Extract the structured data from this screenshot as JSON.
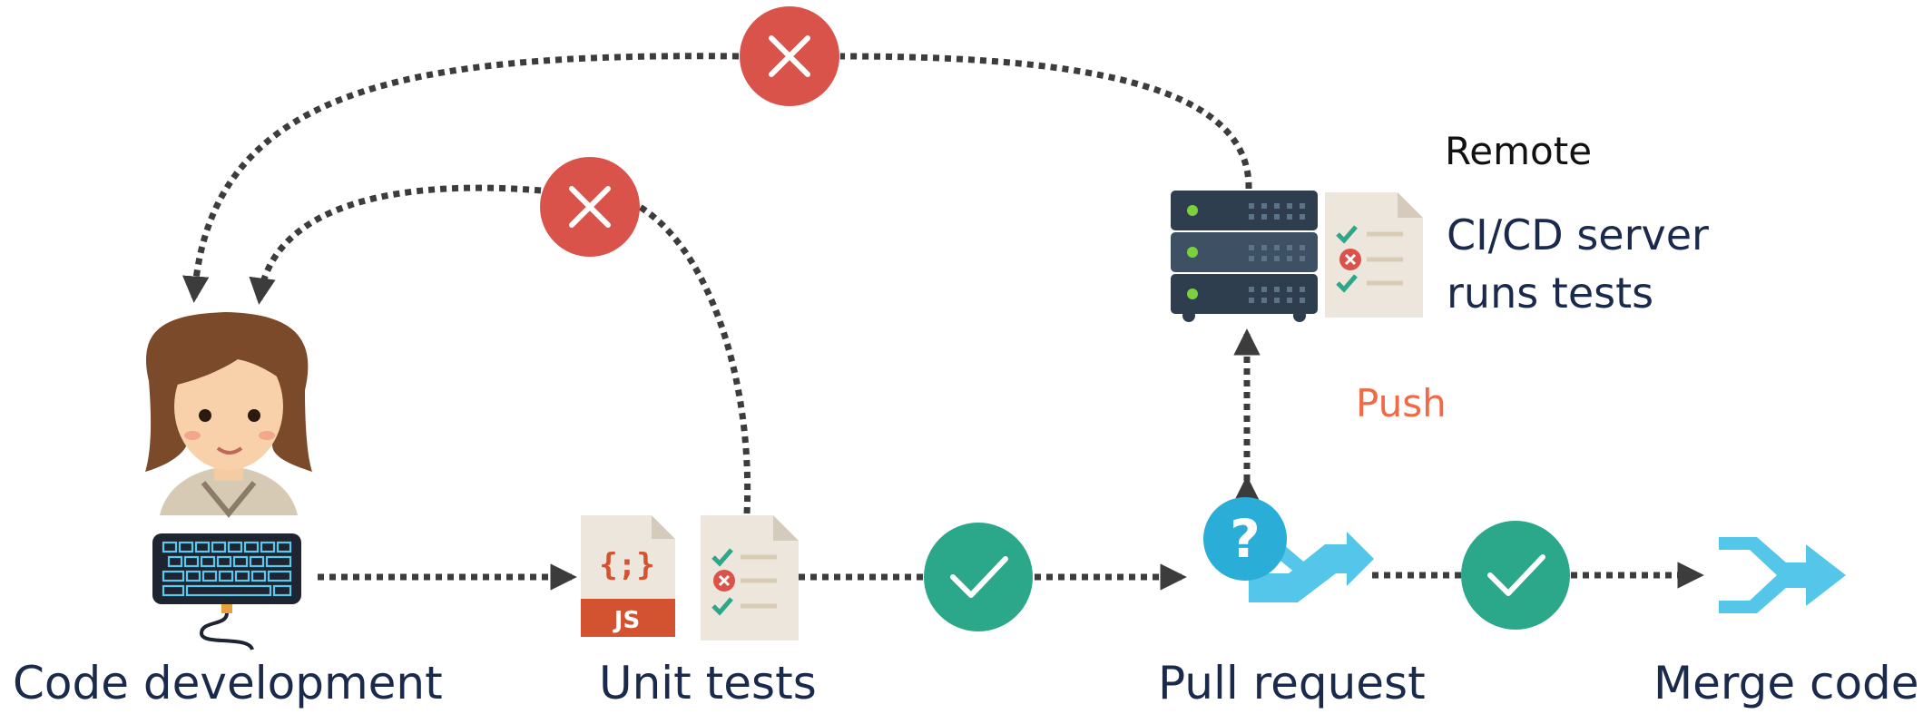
{
  "colors": {
    "navy_text": "#1a2a4c",
    "push_text": "#f26a45",
    "fail_red": "#d9534b",
    "pass_green": "#2aa889",
    "merge_blue": "#54c6ea",
    "question_blue": "#2aaed8",
    "dotted_line": "#3c3c3c"
  },
  "stages": {
    "code_development": "Code development",
    "unit_tests": "Unit tests",
    "pull_request": "Pull request",
    "merge_code": "Merge code"
  },
  "remote": {
    "title": "Remote",
    "line1": "CI/CD server",
    "line2": "runs tests",
    "push_label": "Push"
  },
  "file_icon": {
    "braces": "{;}",
    "extension": "JS"
  },
  "question_mark": "?",
  "icons": [
    "developer-avatar-icon",
    "keyboard-icon",
    "js-file-icon",
    "test-report-icon",
    "server-rack-icon",
    "pull-request-icon",
    "merge-icon",
    "pass-check-icon",
    "fail-cross-icon"
  ]
}
